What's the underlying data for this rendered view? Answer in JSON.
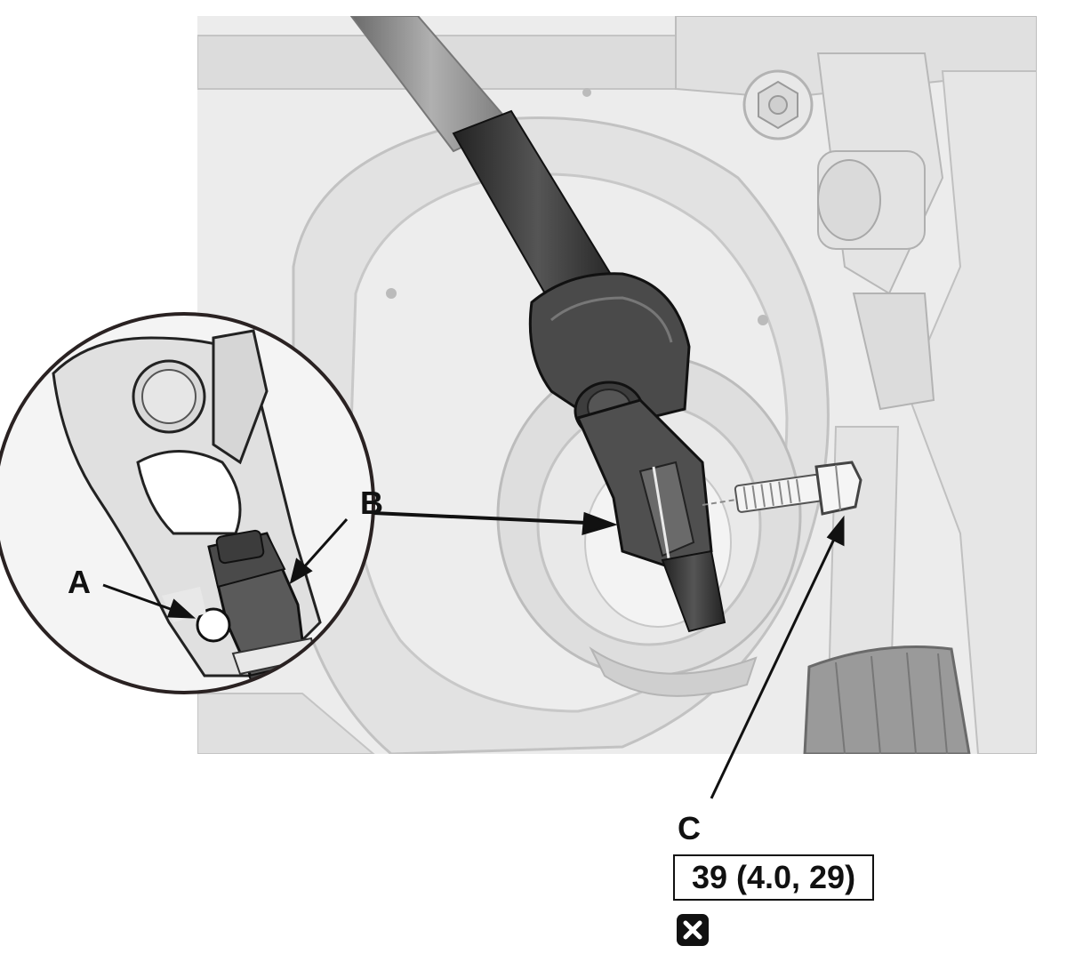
{
  "callouts": {
    "a": "A",
    "b": "B",
    "c": "C"
  },
  "torque_spec": "39 (4.0, 29)",
  "icons": {
    "replace": "replace-part-icon"
  },
  "colors": {
    "background": "#e8e8e8",
    "shaft": "#3a3a3a",
    "outline": "#1a1a1a"
  }
}
